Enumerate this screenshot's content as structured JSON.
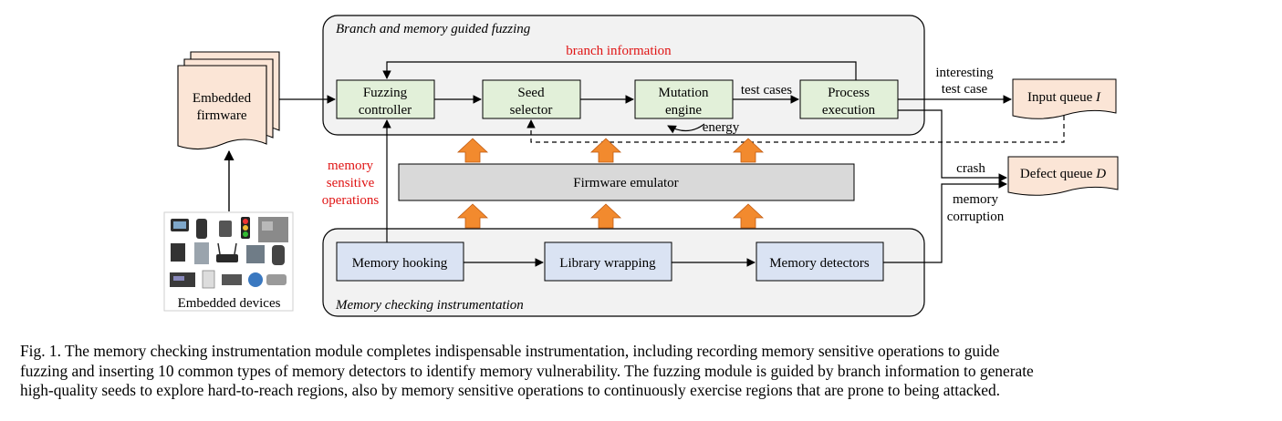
{
  "diagram": {
    "branch_group_title": "Branch and memory guided fuzzing",
    "memory_group_title": "Memory checking instrumentation",
    "branch_information": "branch information",
    "firmware": [
      "Embedded",
      "firmware"
    ],
    "fuzzing_controller": [
      "Fuzzing",
      "controller"
    ],
    "seed_selector": [
      "Seed",
      "selector"
    ],
    "mutation_engine": [
      "Mutation",
      "engine"
    ],
    "process_execution": [
      "Process",
      "execution"
    ],
    "test_cases": "test cases",
    "energy": "energy",
    "interesting_test_case": [
      "interesting",
      "test case"
    ],
    "input_queue": "Input queue",
    "input_queue_symbol": "I",
    "defect_queue": "Defect queue",
    "defect_queue_symbol": "D",
    "crash": "crash",
    "memory_corruption": [
      "memory",
      "corruption"
    ],
    "memory_sensitive_operations": [
      "memory",
      "sensitive",
      "operations"
    ],
    "firmware_emulator": "Firmware emulator",
    "memory_hooking": "Memory hooking",
    "library_wrapping": "Library wrapping",
    "memory_detectors": "Memory detectors",
    "embedded_devices": "Embedded devices"
  },
  "colors": {
    "fuzz_box_fill": "#e2f0d9",
    "instr_box_fill": "#dae3f3",
    "emulator_fill": "#d9d9d9",
    "queue_fill": "#fbe5d6",
    "group_fill": "#f2f2f2",
    "arrow_orange": "#f28a2e",
    "red_text": "#e01414"
  },
  "caption": [
    "Fig. 1.  The memory checking instrumentation module completes indispensable instrumentation, including recording memory sensitive operations to guide",
    "fuzzing and inserting 10 common types of memory detectors to identify memory vulnerability. The fuzzing module is guided by branch information to generate",
    "high-quality seeds to explore hard-to-reach regions, also by memory sensitive operations to continuously exercise regions that are prone to being attacked."
  ]
}
